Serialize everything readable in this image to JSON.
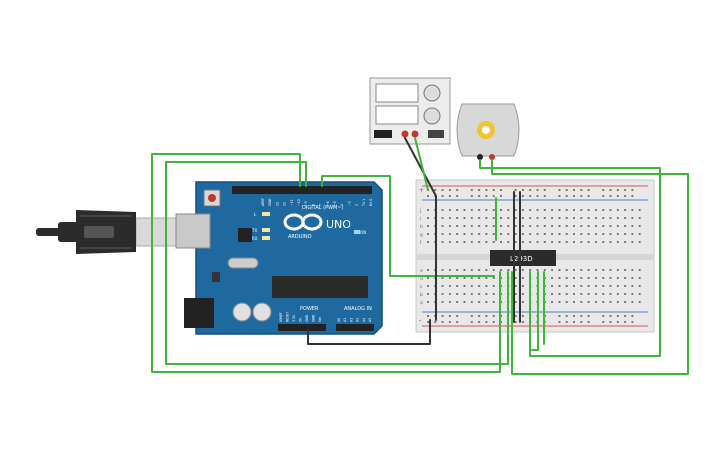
{
  "arduino": {
    "logo_text": "ARDUINO",
    "model": "UNO",
    "digital_label": "DIGITAL (PWM~)",
    "power_label": "POWER",
    "analog_label": "ANALOG IN",
    "on_label": "ON",
    "led_labels": [
      "L",
      "TX",
      "RX"
    ],
    "top_pin_labels": [
      "AREF",
      "GND",
      "13",
      "12",
      "~11",
      "~10",
      "~9",
      "8",
      "7",
      "~6",
      "~5",
      "4",
      "~3",
      "2",
      "TX 1",
      "RX 0"
    ],
    "power_pin_labels": [
      "IOREF",
      "RESET",
      "3.3V",
      "5V",
      "GND",
      "GND",
      "Vin"
    ],
    "analog_pin_labels": [
      "A0",
      "A1",
      "A2",
      "A3",
      "A4",
      "A5"
    ]
  },
  "driver_chip": {
    "label": "L293D"
  },
  "power_supply": {
    "icon": "bench-power-supply-icon"
  },
  "motor": {
    "icon": "dc-motor-gear-icon"
  },
  "usb_cable": {
    "icon": "usb-cable-icon"
  },
  "breadboard": {
    "row_letters_top": [
      "j",
      "i",
      "h",
      "g",
      "f"
    ],
    "row_letters_bottom": [
      "e",
      "d",
      "c",
      "b",
      "a"
    ],
    "column_count": 30,
    "rail_plus": "+",
    "rail_minus": "-"
  },
  "colors": {
    "board": "#1e6aa0",
    "wire_green": "#3fb53a",
    "wire_black": "#333333",
    "rail_red": "#e05050",
    "rail_blue": "#4a7fc0"
  }
}
